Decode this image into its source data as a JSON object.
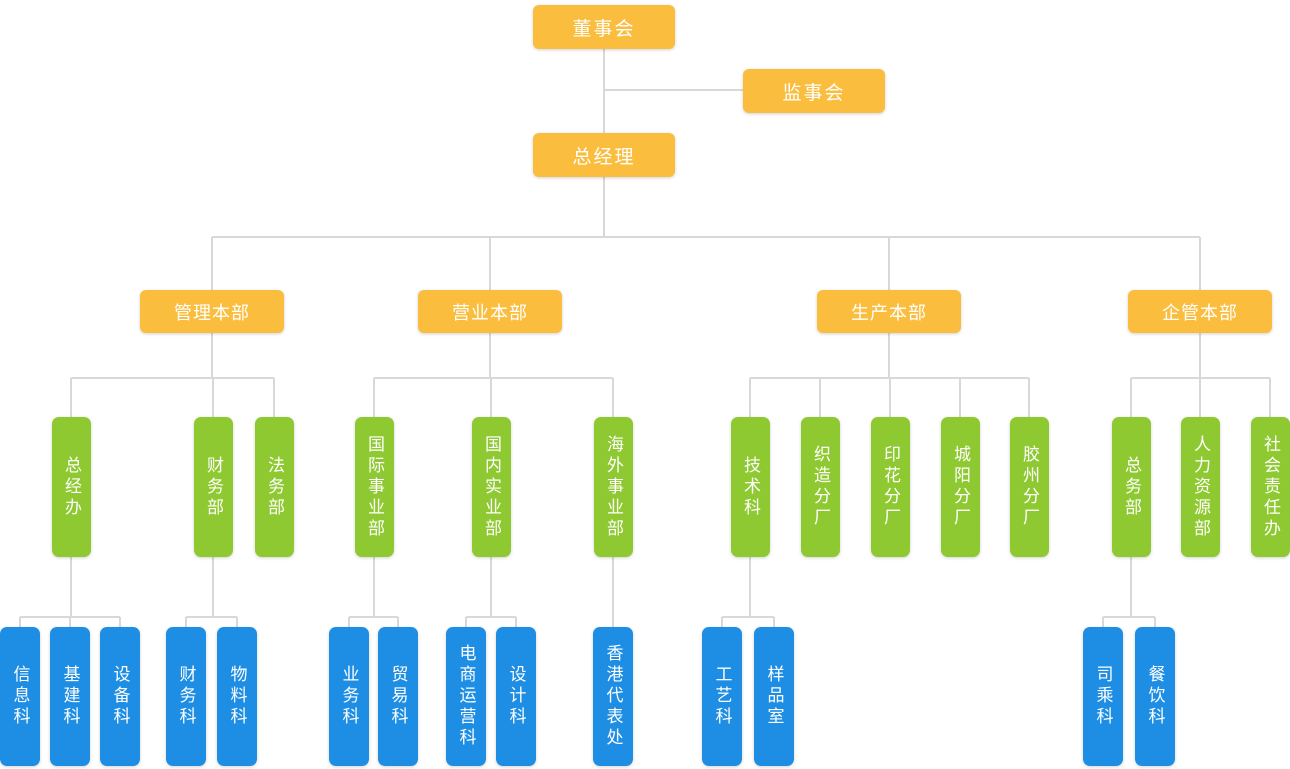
{
  "palette": {
    "orange": "#FABD3E",
    "green": "#8FC931",
    "blue": "#1E8EE5",
    "line": "#D8D8D8",
    "text": "#FFFFFF"
  },
  "org": {
    "board": {
      "label": "董事会"
    },
    "supervisory": {
      "label": "监事会"
    },
    "gm": {
      "label": "总经理"
    },
    "divisions": [
      {
        "label": "管理本部",
        "departments": [
          {
            "label": "总经办",
            "sections": [
              "信息科",
              "基建科",
              "设备科"
            ]
          },
          {
            "label": "财务部",
            "sections": [
              "财务科",
              "物料科"
            ]
          },
          {
            "label": "法务部",
            "sections": []
          }
        ]
      },
      {
        "label": "营业本部",
        "departments": [
          {
            "label": "国际事业部",
            "sections": [
              "业务科",
              "贸易科"
            ]
          },
          {
            "label": "国内实业部",
            "sections": [
              "电商运营科",
              "设计科"
            ]
          },
          {
            "label": "海外事业部",
            "sections": [
              "香港代表处"
            ]
          }
        ]
      },
      {
        "label": "生产本部",
        "departments": [
          {
            "label": "技术科",
            "sections": [
              "工艺科",
              "样品室"
            ]
          },
          {
            "label": "织造分厂",
            "sections": []
          },
          {
            "label": "印花分厂",
            "sections": []
          },
          {
            "label": "城阳分厂",
            "sections": []
          },
          {
            "label": "胶州分厂",
            "sections": []
          }
        ]
      },
      {
        "label": "企管本部",
        "departments": [
          {
            "label": "总务部",
            "sections": [
              "司乘科",
              "餐饮科"
            ]
          },
          {
            "label": "人力资源部",
            "sections": []
          },
          {
            "label": "社会责任办",
            "sections": []
          }
        ]
      }
    ]
  }
}
